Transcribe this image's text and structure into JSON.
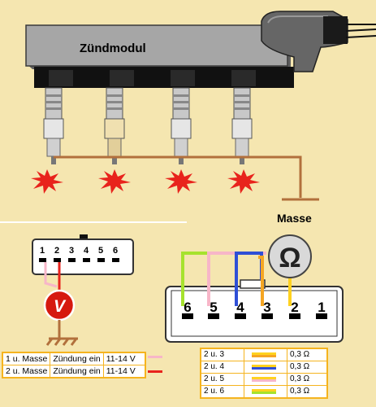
{
  "top": {
    "module_title": "Zündmodul",
    "ground_label": "Masse"
  },
  "connector_small": {
    "pins": [
      "1",
      "2",
      "3",
      "4",
      "5",
      "6"
    ]
  },
  "voltmeter": {
    "symbol": "V"
  },
  "ohmmeter": {
    "symbol": "Ω"
  },
  "connector_large": {
    "pins": [
      "6",
      "5",
      "4",
      "3",
      "2",
      "1"
    ]
  },
  "voltage_table": {
    "rows": [
      {
        "pins": "1 u. Masse",
        "condition": "Zündung ein",
        "value": "11-14 V",
        "swatch": "#f7b6c8"
      },
      {
        "pins": "2 u. Masse",
        "condition": "Zündung ein",
        "value": "11-14 V",
        "swatch": "#e8231c"
      }
    ]
  },
  "resistance_table": {
    "rows": [
      {
        "pins": "2 u. 3",
        "value": "0,3 Ω",
        "colors": [
          "#ffd21f",
          "#f5a623"
        ]
      },
      {
        "pins": "2 u. 4",
        "value": "0,3 Ω",
        "colors": [
          "#ffd21f",
          "#2f4fd6"
        ]
      },
      {
        "pins": "2 u. 5",
        "value": "0,3 Ω",
        "colors": [
          "#ffd21f",
          "#f7b6c8"
        ]
      },
      {
        "pins": "2 u. 6",
        "value": "0,3 Ω",
        "colors": [
          "#ffd21f",
          "#a6e22e"
        ]
      }
    ]
  },
  "colors": {
    "background": "#f5e6b0",
    "module": "#a6a6a6",
    "wire_brown": "#b2703c",
    "spark_red": "#e8231c",
    "voltmeter_red": "#d6190e",
    "wire_pink": "#f7b6c8",
    "wire_blue": "#2f4fd6",
    "wire_lime": "#a6e22e",
    "wire_orange": "#f5a623",
    "wire_yellow": "#ffd21f",
    "table_border": "#f5b41f"
  }
}
